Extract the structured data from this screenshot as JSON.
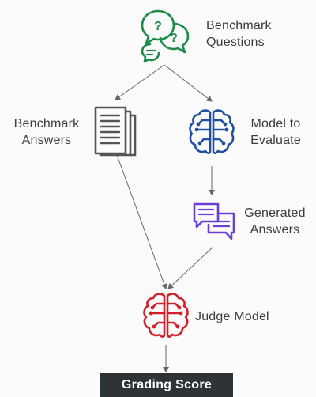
{
  "nodes": {
    "benchmark_questions": {
      "line1": "Benchmark",
      "line2": "Questions",
      "icon": "chat-bubbles-question-icon"
    },
    "benchmark_answers": {
      "line1": "Benchmark",
      "line2": "Answers",
      "icon": "document-stack-icon"
    },
    "model_to_evaluate": {
      "line1": "Model to",
      "line2": "Evaluate",
      "icon": "brain-circuit-icon"
    },
    "generated_answers": {
      "line1": "Generated",
      "line2": "Answers",
      "icon": "chat-bubbles-text-icon"
    },
    "judge_model": {
      "label": "Judge Model",
      "icon": "brain-circuit-icon"
    },
    "grading_score": {
      "label": "Grading Score"
    }
  },
  "colors": {
    "questions_green": "#1e8a4a",
    "doc_gray": "#555555",
    "brain_blue": "#1f4f9e",
    "chat_purple": "#6b3fd6",
    "judge_red": "#d31f2a",
    "score_bg": "#2e3338",
    "arrow_gray": "#666666",
    "text_gray": "#3b3b3b"
  }
}
